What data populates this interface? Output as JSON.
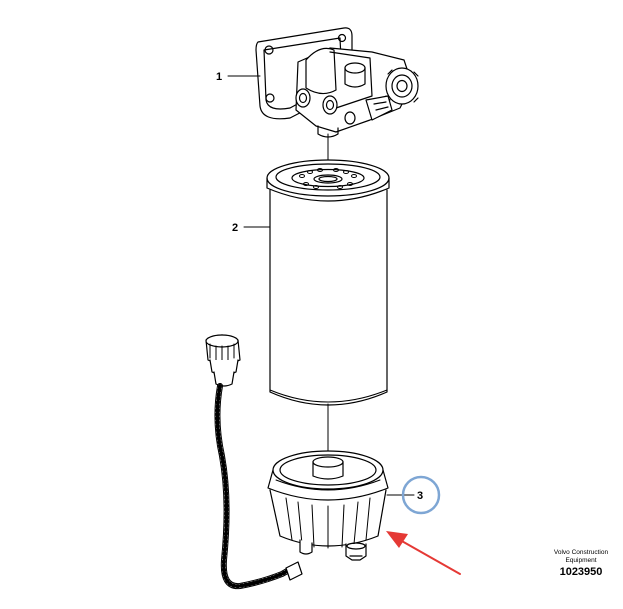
{
  "callouts": [
    {
      "id": "1",
      "label": "1"
    },
    {
      "id": "2",
      "label": "2"
    },
    {
      "id": "3",
      "label": "3"
    }
  ],
  "branding": {
    "name_line1": "Volvo Construction",
    "name_line2": "Equipment",
    "code": "1023950"
  },
  "colors": {
    "line": "#000000",
    "highlight_circle": "#7ea6d4",
    "arrow": "#e53935"
  }
}
